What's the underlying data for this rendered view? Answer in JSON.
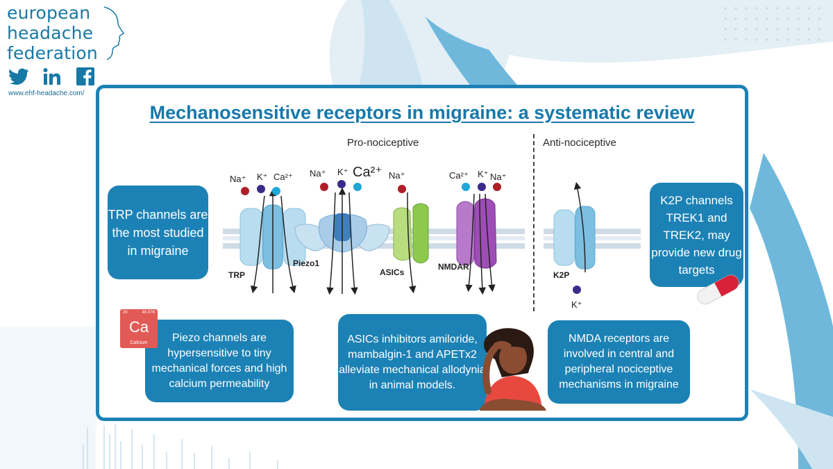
{
  "logo": {
    "line1": "european",
    "line2": "headache",
    "line3": "federation"
  },
  "socials": {
    "icons": [
      "twitter-icon",
      "linkedin-icon",
      "facebook-icon"
    ]
  },
  "url": "www.ehf-headache.com/",
  "title": "Mechanosensitive receptors in migraine: a systematic review",
  "sections": {
    "pro": "Pro-nociceptive",
    "anti": "Anti-nociceptive"
  },
  "ions": {
    "trp": [
      "Na⁺",
      "K⁺",
      "Ca²⁺"
    ],
    "piezo_na": "Na⁺",
    "piezo_k": "K⁺",
    "piezo_ca": "Ca²⁺",
    "asic": "Na⁺",
    "nmdar": [
      "Ca²⁺",
      "K⁺",
      "Na⁺"
    ],
    "k2p": "K⁺"
  },
  "channels": {
    "trp": "TRP",
    "piezo": "Piezo1",
    "asic": "ASICs",
    "nmdar": "NMDAR",
    "k2p": "K2P"
  },
  "bubbles": {
    "trp": "TRP channels are the most studied in migraine",
    "k2p": "K2P channels TREK1 and TREK2, may provide new drug targets",
    "piezo": "Piezo channels are hypersensitive to tiny mechanical forces and high calcium permeability",
    "asic": "ASICs inhibitors amiloride, mambalgin-1 and APETx2 alleviate mechanical allodynia in animal models.",
    "nmda": "NMDA receptors are involved in central and peripheral nociceptive mechanisms in migraine"
  },
  "element": {
    "number": "20",
    "mass": "40.078",
    "symbol": "Ca",
    "name": "Calcium"
  },
  "colors": {
    "brand": "#1c82b5",
    "sodium": "#b01e2a",
    "potassium": "#3b2a8c",
    "calcium": "#1ea7d8"
  }
}
